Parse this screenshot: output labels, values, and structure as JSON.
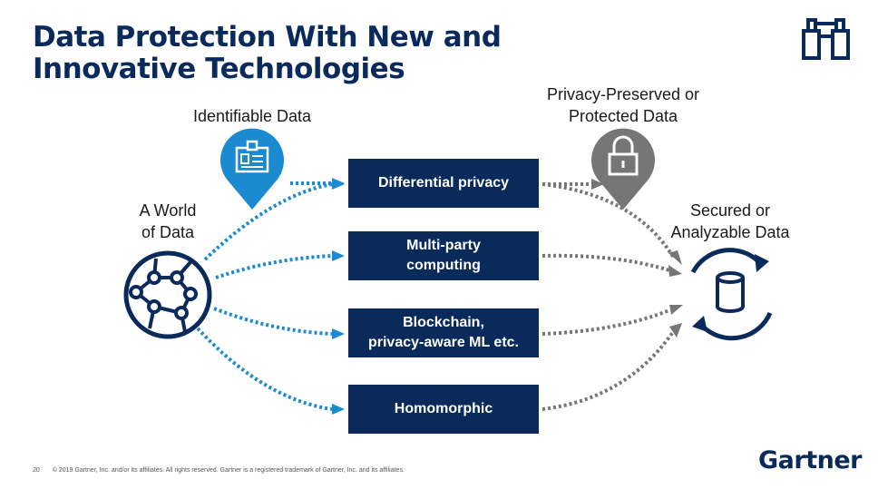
{
  "title": {
    "line1": "Data Protection With New and",
    "line2": "Innovative Technologies"
  },
  "sources": {
    "identifiable": "Identifiable Data",
    "world_line1": "A World",
    "world_line2": "of Data"
  },
  "targets": {
    "protected_line1": "Privacy-Preserved or",
    "protected_line2": "Protected Data",
    "secured_line1": "Secured or",
    "secured_line2": "Analyzable Data"
  },
  "technologies": [
    {
      "line1": "Differential privacy",
      "line2": ""
    },
    {
      "line1": "Multi-party",
      "line2": "computing"
    },
    {
      "line1": "Blockchain,",
      "line2": "privacy-aware ML etc."
    },
    {
      "line1": "Homomorphic",
      "line2": ""
    }
  ],
  "footer": {
    "page": "20",
    "copyright": "© 2019 Gartner, Inc. and/or its affiliates. All rights reserved. Gartner is a registered trademark of Gartner, Inc. and its affiliates."
  },
  "brand": {
    "name": "Gartner",
    "dot": "."
  },
  "icons": {
    "binoculars": "binoculars-icon",
    "id_card": "id-card-icon",
    "lock": "lock-icon",
    "globe": "globe-network-icon",
    "database_sync": "database-sync-icon"
  },
  "colors": {
    "navy": "#0a2a5c",
    "blue": "#1b8ad0",
    "gray": "#767676"
  }
}
